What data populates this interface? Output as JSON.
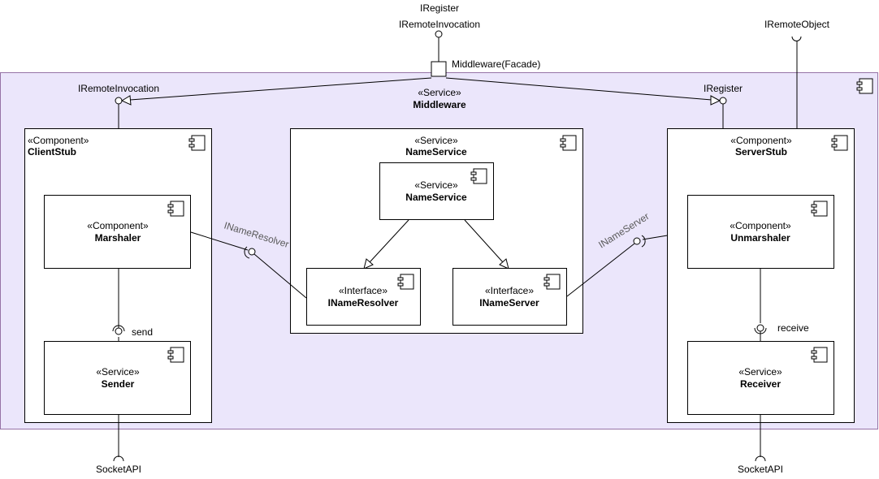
{
  "colors": {
    "middleware_fill": "#ebe6fb",
    "middleware_stroke": "#9673a6",
    "line": "#000000",
    "iface_label": "#595959"
  },
  "top": {
    "iregister": "IRegister",
    "iremote_invocation": "IRemoteInvocation",
    "iremote_object": "IRemoteObject",
    "facade_port": "Middleware(Facade)"
  },
  "middleware": {
    "stereotype": "«Service»",
    "name": "Middleware",
    "provided_left": "IRemoteInvocation",
    "provided_right": "IRegister"
  },
  "client_stub": {
    "stereotype": "«Component»",
    "name": "ClientStub",
    "marshaler": {
      "stereotype": "«Component»",
      "name": "Marshaler"
    },
    "sender": {
      "stereotype": "«Service»",
      "name": "Sender"
    },
    "send_label": "send",
    "socket_label": "SocketAPI"
  },
  "name_service": {
    "stereotype": "«Service»",
    "name": "NameService",
    "inner": {
      "stereotype": "«Service»",
      "name": "NameService"
    },
    "resolver": {
      "stereotype": "«Interface»",
      "name": "INameResolver"
    },
    "server": {
      "stereotype": "«Interface»",
      "name": "INameServer"
    }
  },
  "server_stub": {
    "stereotype": "«Component»",
    "name": "ServerStub",
    "unmarshaler": {
      "stereotype": "«Component»",
      "name": "Unmarshaler"
    },
    "receiver": {
      "stereotype": "«Service»",
      "name": "Receiver"
    },
    "receive_label": "receive",
    "socket_label": "SocketAPI"
  },
  "connectors": {
    "inameresolver": "INameResolver",
    "inameserver": "INameServer"
  }
}
